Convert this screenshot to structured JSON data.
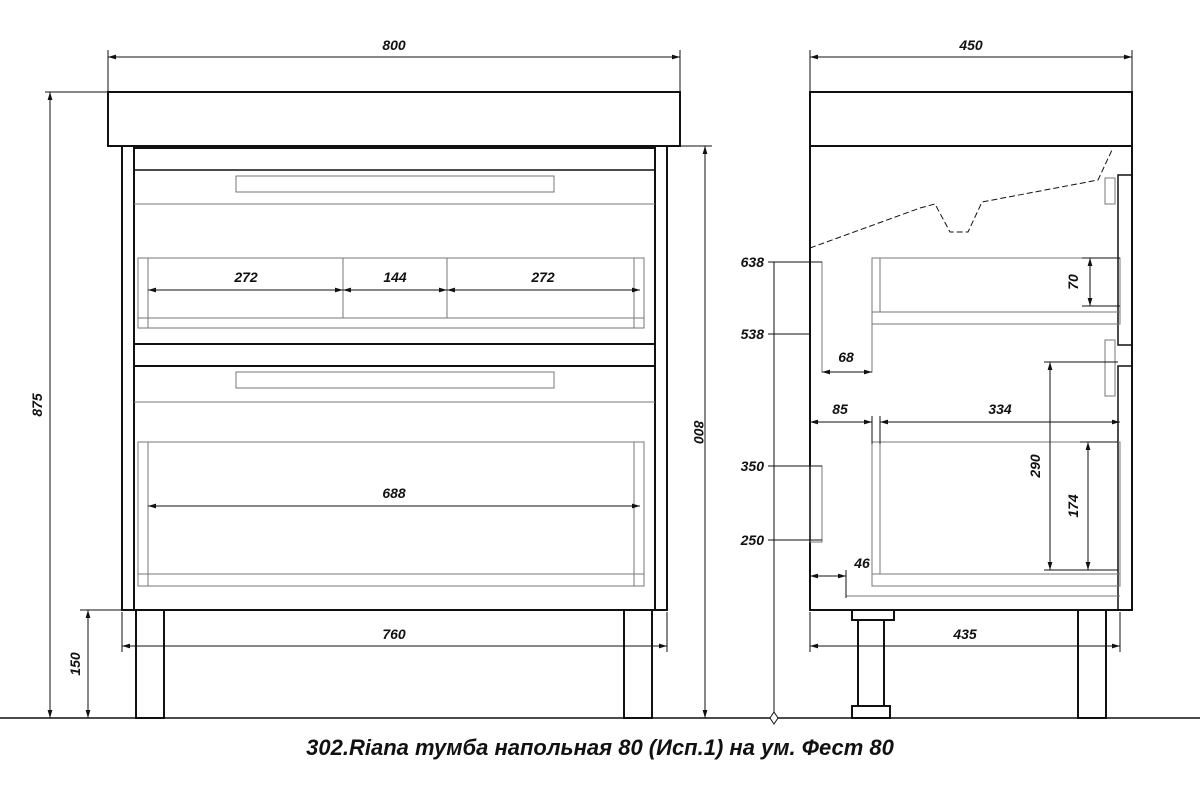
{
  "title": "302.Riana тумба напольная 80 (Исп.1) на ум. Фест 80",
  "front_view": {
    "overall_width": "800",
    "total_height": "875",
    "body_height": "800",
    "leg_height": "150",
    "inner_width": "760",
    "top_drawer": {
      "left": "272",
      "middle": "144",
      "right": "272"
    },
    "bottom_drawer": {
      "width": "688"
    }
  },
  "side_view": {
    "overall_depth": "450",
    "body_depth": "435",
    "levels": {
      "l638": "638",
      "l538": "538",
      "l350": "350",
      "l250": "250"
    },
    "cut_width": "68",
    "front_offset": "85",
    "drawer_depth": "334",
    "top_drawer_height": "70",
    "bottom_drawer_height": "290",
    "bottom_drawer_inner": "174",
    "bottom_offset": "46"
  }
}
